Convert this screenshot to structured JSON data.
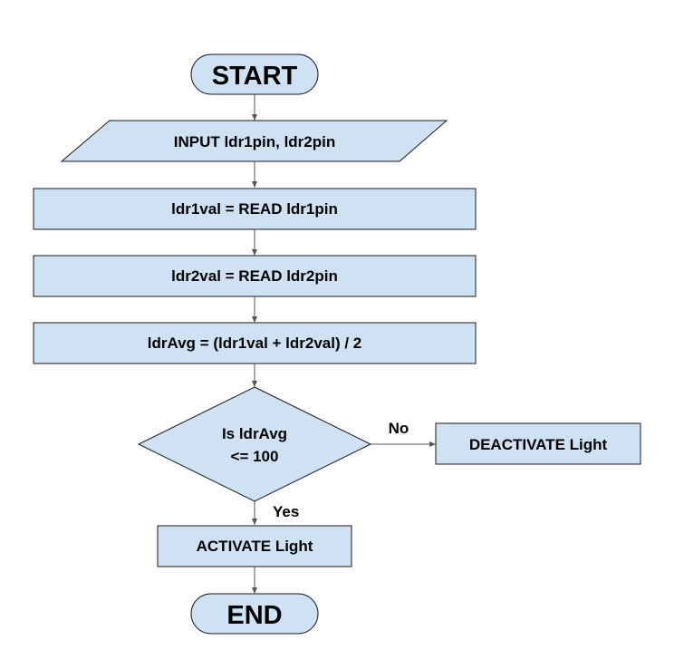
{
  "nodes": {
    "start": "START",
    "input": "INPUT ldr1pin, ldr2pin",
    "read1": "ldr1val = READ ldr1pin",
    "read2": "ldr2val = READ ldr2pin",
    "avg": "ldrAvg = (ldr1val + ldr2val) / 2",
    "decision_line1": "Is ldrAvg",
    "decision_line2": "<= 100",
    "deactivate": "DEACTIVATE Light",
    "activate": "ACTIVATE Light",
    "end": "END"
  },
  "edges": {
    "no": "No",
    "yes": "Yes"
  },
  "colors": {
    "fill": "#cfe2f3",
    "stroke": "#1a1a1a",
    "connector": "#555555"
  }
}
